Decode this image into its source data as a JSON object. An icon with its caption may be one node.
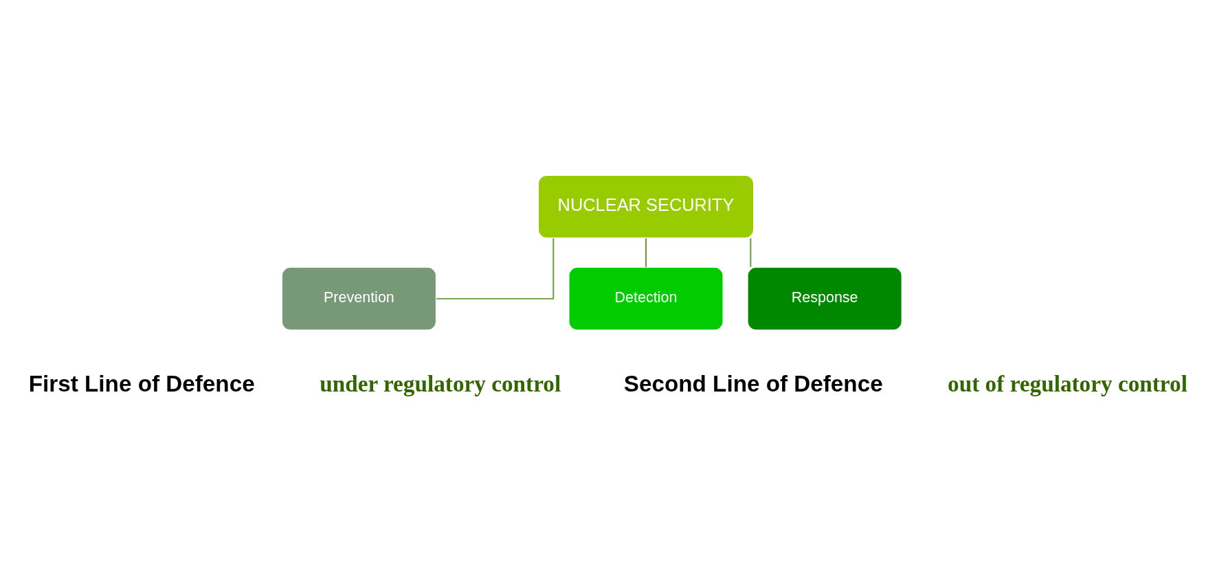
{
  "diagram": {
    "nodes": [
      {
        "text": [
          "NUCLEAR SECURITY"
        ]
      },
      {
        "text": [
          "Prevention"
        ]
      },
      {
        "text": [
          "Detection"
        ]
      },
      {
        "text": [
          "Response"
        ]
      }
    ],
    "edges": [
      {
        "from": 0,
        "to": 1,
        "arrow": "none"
      },
      {
        "from": 0,
        "to": 2,
        "arrow": "none"
      },
      {
        "from": 0,
        "to": 3,
        "arrow": "none"
      }
    ],
    "labels": [
      "First Line of Defence",
      "under regulatory control",
      "Second Line of Defence",
      "out of regulatory control"
    ]
  }
}
